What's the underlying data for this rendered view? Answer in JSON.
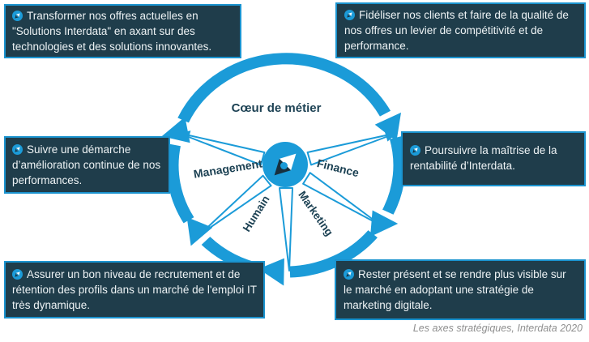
{
  "wheel": {
    "hub_icon": "compass-icon",
    "sectors": {
      "top": "Cœur de métier",
      "left": "Management",
      "right": "Finance",
      "bottom_left": "Humain",
      "bottom_right": "Marketing"
    }
  },
  "objectives": [
    {
      "position": "top-left",
      "bullet_icon": "compass-icon",
      "text": "Transformer nos offres actuelles en \"Solutions Interdata\" en axant sur des technologies et des solutions innovantes."
    },
    {
      "position": "top-right",
      "bullet_icon": "compass-icon",
      "text": "Fidéliser nos clients et faire de la qualité de nos offres un levier de compétitivité et de performance."
    },
    {
      "position": "middle-left",
      "bullet_icon": "compass-icon",
      "text": "Suivre une démarche d’amélioration continue de nos performances."
    },
    {
      "position": "middle-right",
      "bullet_icon": "compass-icon",
      "text": "Poursuivre la maîtrise de la rentabilité d’Interdata."
    },
    {
      "position": "bottom-left",
      "bullet_icon": "compass-icon",
      "text": "Assurer un bon niveau de recrutement et de rétention des profils dans un marché de l'emploi IT très dynamique."
    },
    {
      "position": "bottom-right",
      "bullet_icon": "compass-icon",
      "text": "Rester présent et se rendre plus visible sur le marché en adoptant une stratégie de marketing digitale."
    }
  ],
  "caption": "Les axes stratégiques, Interdata 2020",
  "colors": {
    "accent_blue": "#1b9bd8",
    "card_bg": "#1f3d4b",
    "card_border": "#1a93cf",
    "sector_label": "#1d4254",
    "needle_dark": "#17303e",
    "caption_gray": "#8f8f8f"
  }
}
